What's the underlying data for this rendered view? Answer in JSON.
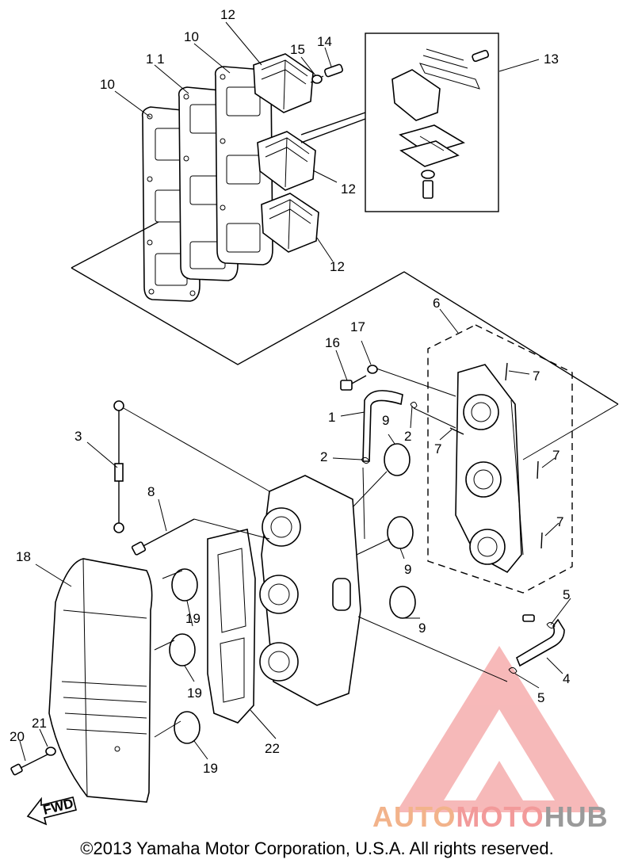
{
  "callouts": {
    "c1": "1",
    "c2a": "2",
    "c2b": "2",
    "c3": "3",
    "c4": "4",
    "c5a": "5",
    "c5b": "5",
    "c6": "6",
    "c7a": "7",
    "c7b": "7",
    "c7c": "7",
    "c7d": "7",
    "c8": "8",
    "c9a": "9",
    "c9b": "9",
    "c9c": "9",
    "c10a": "10",
    "c10b": "10",
    "c11": "1 1",
    "c12a": "12",
    "c12b": "12",
    "c12c": "12",
    "c13": "13",
    "c14": "14",
    "c15": "15",
    "c16": "16",
    "c17": "17",
    "c18": "18",
    "c19a": "19",
    "c19b": "19",
    "c19c": "19",
    "c20": "20",
    "c21": "21",
    "c22": "22"
  },
  "fwd_label": "FWD",
  "footer": {
    "copyright": "©2013 Yamaha Motor Corporation, U.S.A. All rights reserved."
  },
  "watermark": {
    "part1": "AUTO",
    "part2": "MOTO",
    "part3": "HUB"
  },
  "colors": {
    "watermark_red": "#f08080",
    "watermark_orange": "#f2b38b",
    "watermark_gray": "#9a9a9a"
  }
}
